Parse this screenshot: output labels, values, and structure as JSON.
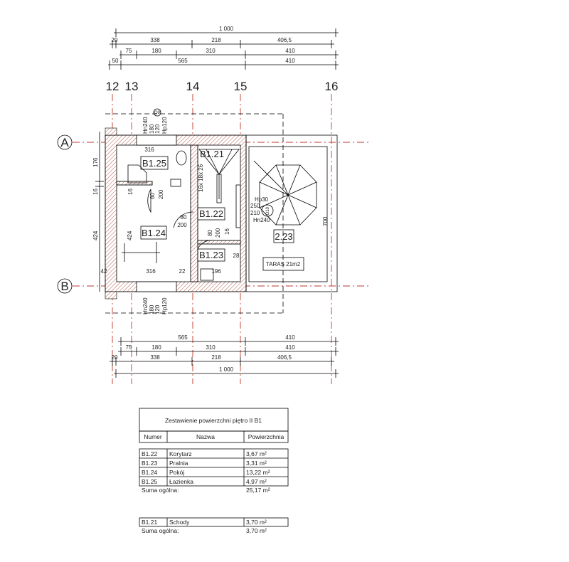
{
  "plan": {
    "top_dims": {
      "total": "1 000",
      "row2": [
        "20",
        "338",
        "218",
        "406,5"
      ],
      "row3": [
        "75",
        "180",
        "310",
        "410"
      ],
      "row4": [
        "50",
        "565",
        "410"
      ]
    },
    "bottom_dims": {
      "row1": [
        "565",
        "410"
      ],
      "row2": [
        "75",
        "180",
        "310",
        "410"
      ],
      "row3": [
        "20",
        "338",
        "218",
        "406,5"
      ],
      "total": "1 000"
    },
    "grid_axes": [
      "12",
      "13",
      "14",
      "15",
      "16"
    ],
    "row_axes": [
      "A",
      "B"
    ],
    "left_dims": [
      "176",
      "16",
      "424",
      "42"
    ],
    "rooms": [
      "B1.25",
      "B1.24",
      "B1.22",
      "B1.23",
      "B1.21",
      "2.23"
    ],
    "terrace_label": "TARAS 21m2",
    "inner_dims": {
      "top_width": "316",
      "bottom_width": "316",
      "bottom_22": "22",
      "bottom_196": "196",
      "door1_w": "80",
      "door1_h": "200",
      "door2_w": "80",
      "door2_h": "200",
      "door3_w": "80",
      "door3_h": "200",
      "stairs": "16x 18x 26",
      "wall_16a": "16",
      "wall_16b": "16",
      "room_424": "424",
      "terrace_700": "700",
      "d_28": "28"
    },
    "window_top": [
      "Hn240",
      "180",
      "120",
      "Hp120",
      "O9"
    ],
    "window_bottom": [
      "Hn240",
      "180",
      "120",
      "Hp120"
    ],
    "terrace_door": [
      "Hp30",
      "250",
      "210",
      "Hn240",
      "D10"
    ]
  },
  "table": {
    "title": "Zestawienie powierzchni piętro II B1",
    "headers": [
      "Numer",
      "Nazwa",
      "Powierzchnia"
    ],
    "rows": [
      {
        "num": "B1.22",
        "name": "Korytarz",
        "area": "3,67 m²"
      },
      {
        "num": "B1.23",
        "name": "Pralnia",
        "area": "3,31 m²"
      },
      {
        "num": "B1.24",
        "name": "Pokój",
        "area": "13,22 m²"
      },
      {
        "num": "B1.25",
        "name": "Łazienka",
        "area": "4,97 m²"
      }
    ],
    "sum_label": "Suma ogólna:",
    "sum_value": "25,17 m²",
    "rows2": [
      {
        "num": "B1.21",
        "name": "Schody",
        "area": "3,70 m²"
      }
    ],
    "sum2_label": "Suma ogólna:",
    "sum2_value": "3,70 m²"
  }
}
